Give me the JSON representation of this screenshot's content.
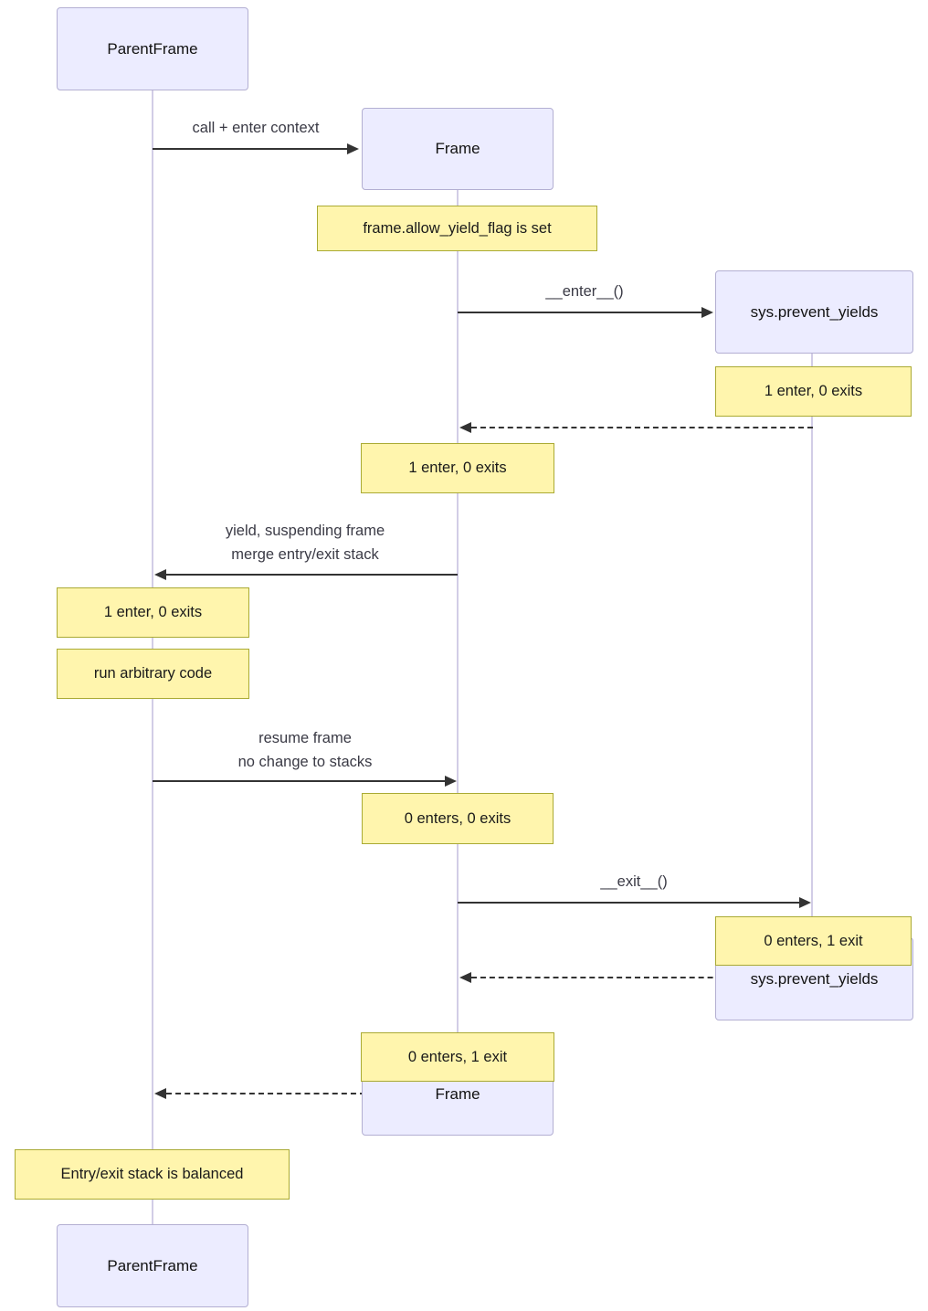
{
  "diagram": {
    "type": "sequence-diagram",
    "participants": [
      {
        "id": "parentframe",
        "label": "ParentFrame"
      },
      {
        "id": "frame",
        "label": "Frame"
      },
      {
        "id": "sys_prevent_yields",
        "label": "sys.prevent_yields"
      }
    ],
    "messages": [
      {
        "from": "ParentFrame",
        "to": "Frame",
        "style": "solid",
        "label": "call + enter context"
      },
      {
        "from": "Frame",
        "to": "sys.prevent_yields",
        "style": "solid",
        "label": "__enter__()"
      },
      {
        "from": "sys.prevent_yields",
        "to": "Frame",
        "style": "dashed",
        "label": ""
      },
      {
        "from": "Frame",
        "to": "ParentFrame",
        "style": "solid",
        "label": "yield, suspending frame",
        "label2": "merge entry/exit stack"
      },
      {
        "from": "ParentFrame",
        "to": "Frame",
        "style": "solid",
        "label": "resume frame",
        "label2": "no change to stacks"
      },
      {
        "from": "Frame",
        "to": "sys.prevent_yields",
        "style": "solid",
        "label": "__exit__()"
      },
      {
        "from": "sys.prevent_yields",
        "to": "Frame",
        "style": "dashed",
        "label": ""
      },
      {
        "from": "Frame",
        "to": "ParentFrame",
        "style": "dashed",
        "label": ""
      }
    ],
    "notes": [
      {
        "over": "Frame",
        "text": "frame.allow_yield_flag is set"
      },
      {
        "over": "sys.prevent_yields",
        "text": "1 enter, 0 exits"
      },
      {
        "over": "Frame",
        "text": "1 enter, 0 exits"
      },
      {
        "over": "ParentFrame",
        "text": "1 enter, 0 exits"
      },
      {
        "over": "ParentFrame",
        "text": "run arbitrary code"
      },
      {
        "over": "Frame",
        "text": "0 enters, 0 exits"
      },
      {
        "over": "sys.prevent_yields",
        "text": "0 enters, 1 exit"
      },
      {
        "over": "Frame",
        "text": "0 enters, 1 exit"
      },
      {
        "over": "ParentFrame",
        "text": "Entry/exit stack is balanced"
      }
    ],
    "colors": {
      "actor_fill": "#ECECFF",
      "actor_border": "#b3afd2",
      "note_fill": "#fff5ad",
      "note_border": "#aaaa33",
      "lifeline": "#d2cde6",
      "arrow": "#333333"
    }
  }
}
